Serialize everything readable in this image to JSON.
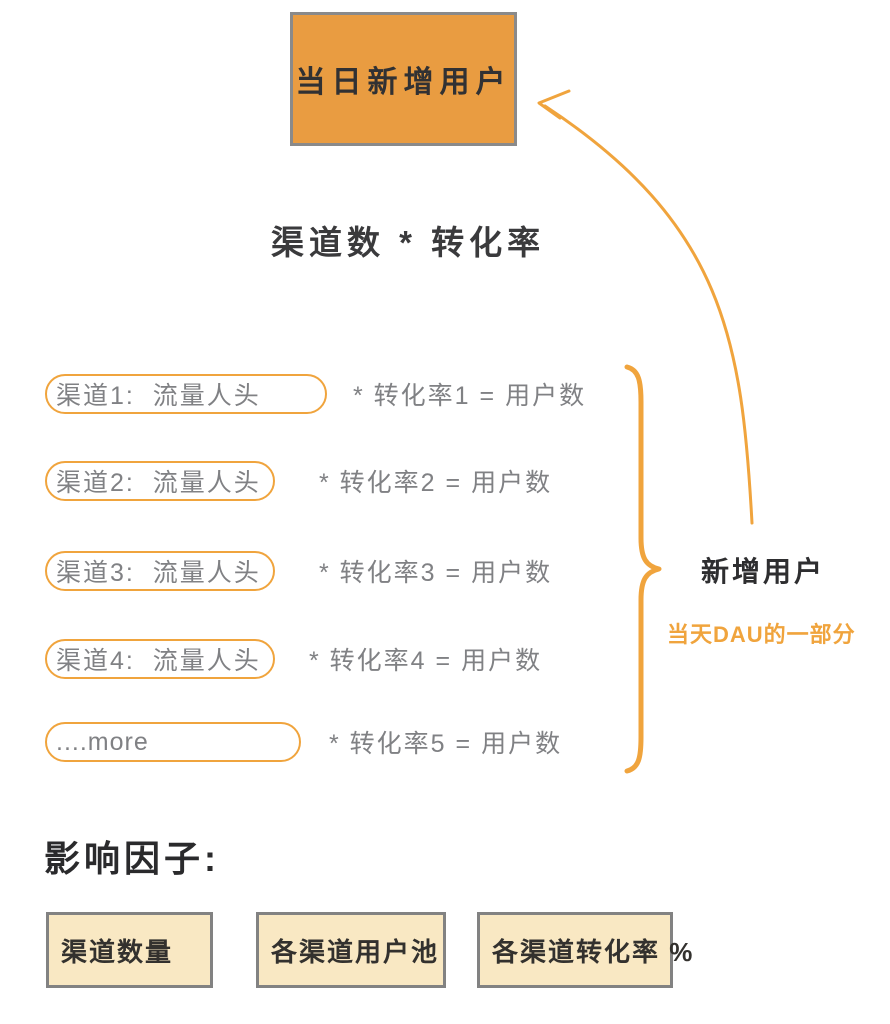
{
  "diagram": {
    "result_box": {
      "label": "当日新增用户"
    },
    "formula": {
      "label": "渠道数 * 转化率"
    },
    "channel_rows": [
      {
        "pill": "渠道1:  流量人头",
        "equation": "* 转化率1 = 用户数"
      },
      {
        "pill": "渠道2:  流量人头",
        "equation": "* 转化率2 = 用户数"
      },
      {
        "pill": "渠道3:  流量人头",
        "equation": "* 转化率3 = 用户数"
      },
      {
        "pill": "渠道4:  流量人头",
        "equation": "* 转化率4 = 用户数"
      },
      {
        "pill": "....more",
        "equation": "* 转化率5 = 用户数"
      }
    ],
    "brace_group": {
      "title": "新增用户",
      "subtitle": "当天DAU的一部分"
    },
    "factors": {
      "heading": "影响因子:",
      "items": [
        "渠道数量",
        "各渠道用户池",
        "各渠道转化率 %"
      ]
    },
    "colors": {
      "orange_fill": "#E99C41",
      "orange_stroke": "#F0A43D",
      "cream_fill": "#F9E8C3",
      "gray_text": "#808184",
      "dark_text": "#313133",
      "gray_border": "#8a8a8a",
      "background": "#ffffff"
    }
  }
}
